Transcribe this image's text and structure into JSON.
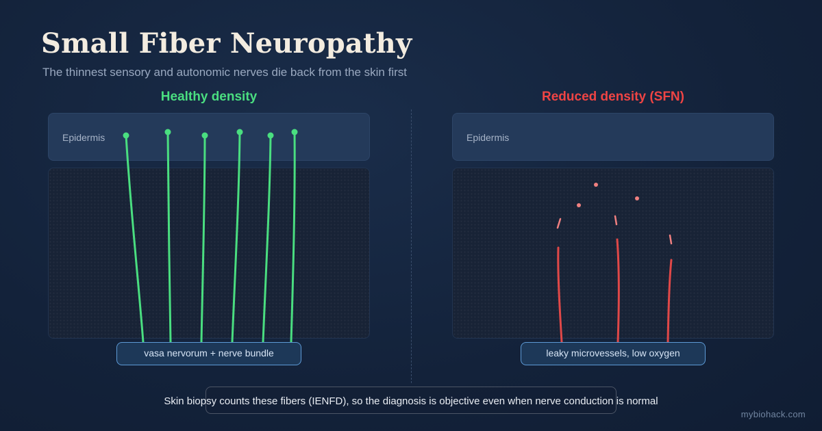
{
  "title": "Small Fiber Neuropathy",
  "subtitle": "The thinnest sensory and autonomic nerves die back from the skin first",
  "panels": {
    "healthy": {
      "label": "Healthy density",
      "layer_label": "Epidermis",
      "base_label": "vasa nervorum + nerve bundle"
    },
    "sfn": {
      "label": "Reduced density (SFN)",
      "layer_label": "Epidermis",
      "base_label": "leaky microvessels, low oxygen"
    }
  },
  "colors": {
    "healthy": "#4ade80",
    "sfn": "#e04848",
    "sfn_fragment": "#f08080"
  },
  "footnote": "Skin biopsy counts these fibers (IENFD), so the diagnosis is objective even when nerve conduction is normal",
  "brand": "mybiohack.com"
}
